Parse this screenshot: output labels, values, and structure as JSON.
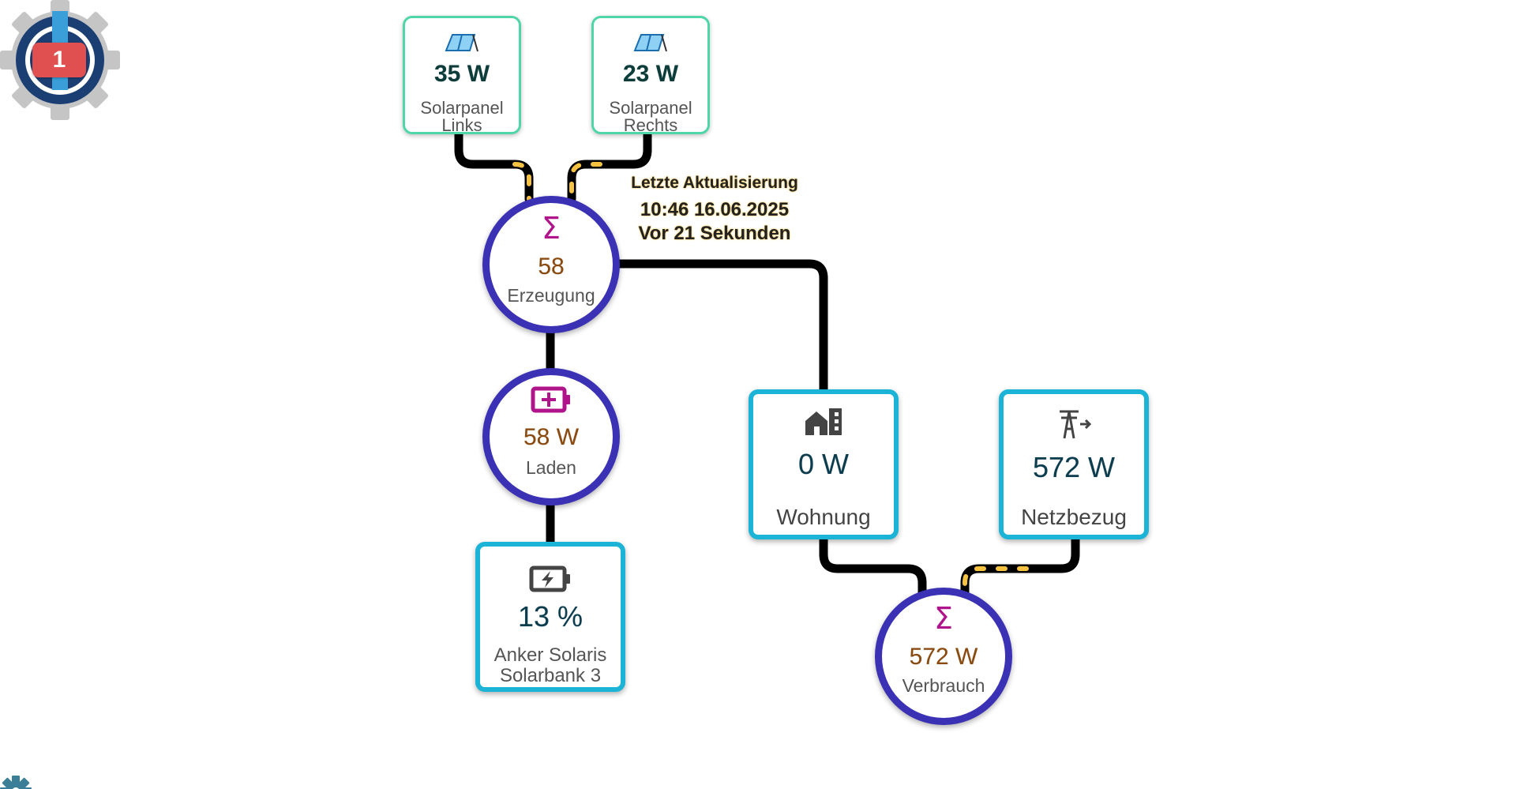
{
  "colors": {
    "accent_circle": "#3b31b4",
    "box_cyan": "#1cb4d6",
    "box_green": "#4fd6a8",
    "flow_line": "#000000",
    "flow_dash": "#f5c242",
    "value_brown": "#8b4a0d",
    "value_teal": "#0c3d4f",
    "icon_magenta": "#b0148a",
    "badge_red": "#e05050"
  },
  "status_widget": {
    "badge_count": "1",
    "icon": "gear-icon"
  },
  "timestamp": {
    "title": "Letzte Aktualisierung",
    "datetime": "10:46 16.06.2025",
    "ago": "Vor 21 Sekunden"
  },
  "nodes": {
    "solar_left": {
      "icon": "solar-panel-icon",
      "value": "35 W",
      "label_line1": "Solarpanel",
      "label_line2": "Links"
    },
    "solar_right": {
      "icon": "solar-panel-icon",
      "value": "23 W",
      "label_line1": "Solarpanel",
      "label_line2": "Rechts"
    },
    "generation": {
      "icon": "sigma-icon",
      "symbol": "Σ",
      "value": "58",
      "label": "Erzeugung"
    },
    "charging": {
      "icon": "battery-plus-icon",
      "value": "58 W",
      "label": "Laden"
    },
    "battery": {
      "icon": "battery-charging-icon",
      "value": "13 %",
      "label_line1": "Anker Solaris",
      "label_line2": "Solarbank 3"
    },
    "home": {
      "icon": "home-city-icon",
      "value": "0 W",
      "label": "Wohnung"
    },
    "grid": {
      "icon": "transmission-tower-import-icon",
      "value": "572 W",
      "label": "Netzbezug"
    },
    "consumption": {
      "icon": "sigma-icon",
      "symbol": "Σ",
      "value": "572 W",
      "label": "Verbrauch"
    }
  },
  "footer": {
    "icon": "settings-gear-icon"
  }
}
